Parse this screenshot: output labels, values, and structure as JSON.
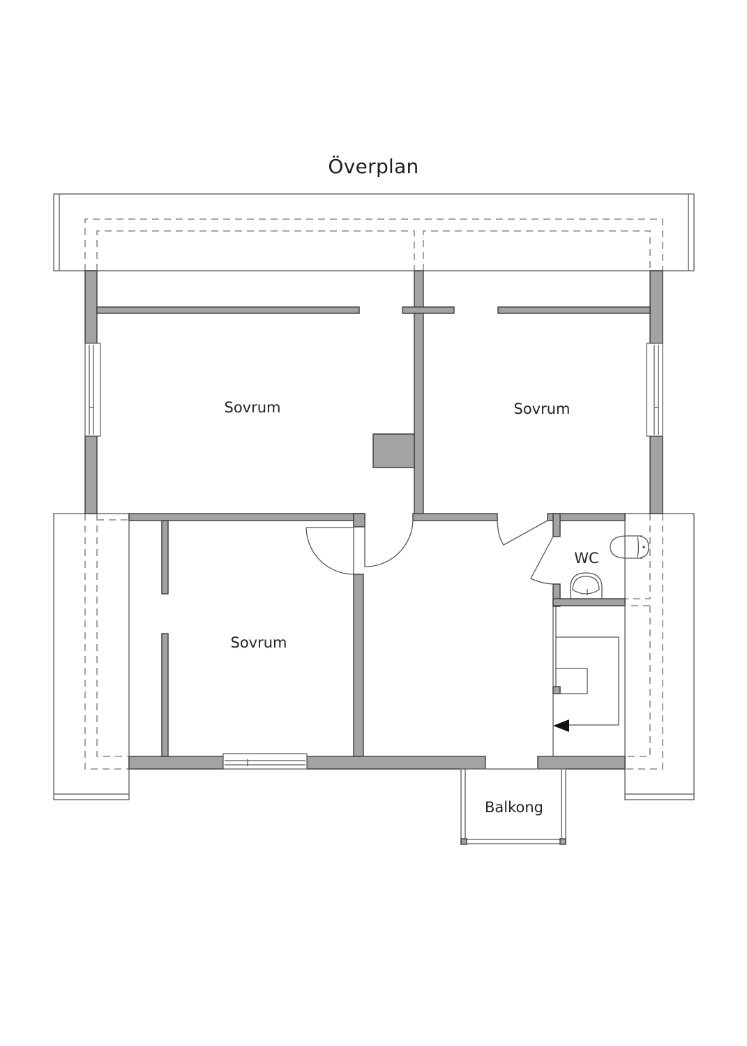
{
  "plan": {
    "title": "Överplan",
    "colors": {
      "wall_fill": "#a3a3a3",
      "wall_stroke": "#3a3a3a",
      "line": "#555555",
      "dashed": "#8a8a8a",
      "text": "#222222"
    }
  },
  "rooms": [
    {
      "id": "bedroom-top-left",
      "label": "Sovrum"
    },
    {
      "id": "bedroom-top-right",
      "label": "Sovrum"
    },
    {
      "id": "bedroom-bottom-left",
      "label": "Sovrum"
    },
    {
      "id": "wc",
      "label": "WC"
    },
    {
      "id": "balcony",
      "label": "Balkong"
    }
  ],
  "symbols": {
    "toilet": "toilet-icon",
    "sink": "sink-icon",
    "stair_arrow": "stair-direction-arrow-icon"
  }
}
